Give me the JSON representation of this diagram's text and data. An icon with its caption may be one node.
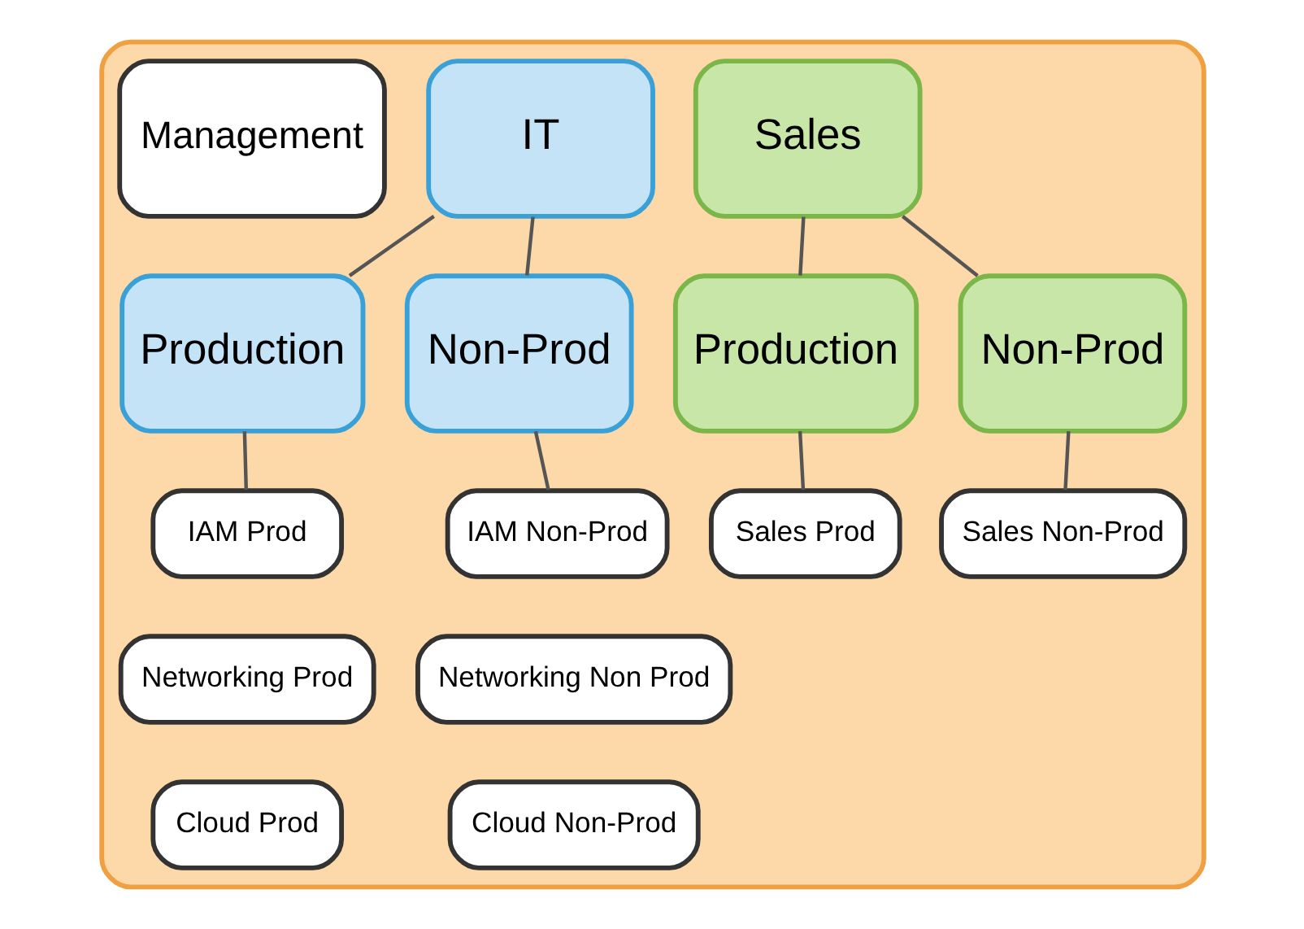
{
  "diagram": {
    "nodes": [
      {
        "text": [],
        "shape": "box"
      },
      {
        "text": [
          "Management"
        ],
        "in": 0
      },
      {
        "text": [
          "IT"
        ],
        "in": 0
      },
      {
        "text": [
          "Production"
        ],
        "in": 0
      },
      {
        "text": [
          "Non-Prod"
        ],
        "in": 0
      },
      {
        "text": [
          "IAM Prod"
        ],
        "in": 0
      },
      {
        "text": [
          "Networking Prod"
        ],
        "in": 0
      },
      {
        "text": [
          "Cloud Prod"
        ],
        "in": 0
      },
      {
        "text": [
          "IAM Non-Prod"
        ],
        "in": 0
      },
      {
        "text": [
          "Networking Non Prod"
        ],
        "in": 0
      },
      {
        "text": [
          "Cloud Non-Prod"
        ],
        "in": 0
      },
      {
        "text": [
          "Sales"
        ],
        "in": 0
      },
      {
        "text": [
          "Production"
        ],
        "in": 0
      },
      {
        "text": [
          "Non-Prod"
        ],
        "in": 0
      },
      {
        "text": [
          "Sales Prod"
        ],
        "in": 0
      },
      {
        "text": [
          "Sales Non-Prod"
        ],
        "in": 0
      }
    ],
    "edges": [
      {
        "from": 2,
        "to": 3,
        "arrow": "none"
      },
      {
        "from": 2,
        "to": 4,
        "arrow": "none"
      },
      {
        "from": 3,
        "to": 5,
        "arrow": "none"
      },
      {
        "from": 4,
        "to": 8,
        "arrow": "none"
      },
      {
        "from": 11,
        "to": 12,
        "arrow": "none"
      },
      {
        "from": 11,
        "to": 13,
        "arrow": "none"
      },
      {
        "from": 12,
        "to": 14,
        "arrow": "none"
      },
      {
        "from": 13,
        "to": 15,
        "arrow": "none"
      }
    ]
  }
}
